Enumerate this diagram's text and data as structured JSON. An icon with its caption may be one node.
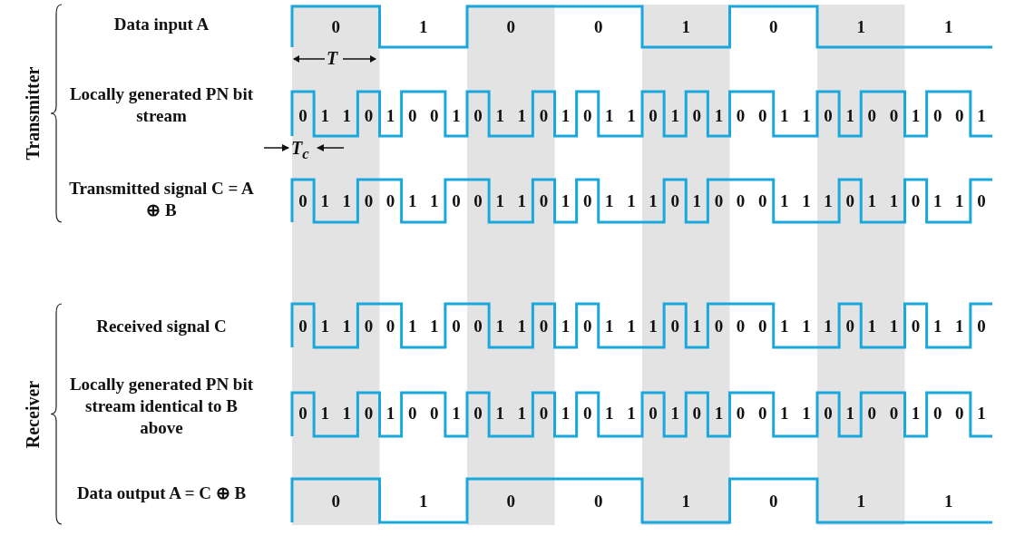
{
  "diagram": {
    "labels": [
      "Transmitter",
      "Data input A",
      "0",
      "1",
      "0",
      "0",
      "1",
      "0",
      "1",
      "1",
      "T",
      "Locally generated PN bit stream",
      "0",
      "1",
      "1",
      "0",
      "1",
      "0",
      "0",
      "1",
      "0",
      "1",
      "1",
      "0",
      "1",
      "0",
      "1",
      "1",
      "0",
      "1",
      "0",
      "1",
      "0",
      "0",
      "1",
      "1",
      "0",
      "1",
      "0",
      "0",
      "1",
      "0",
      "0",
      "1",
      "T$_{c}$",
      "Transmitted signal C = A ⊕ B",
      "0",
      "1",
      "1",
      "0",
      "0",
      "1",
      "1",
      "0",
      "0",
      "1",
      "1",
      "0",
      "1",
      "0",
      "1",
      "1",
      "1",
      "0",
      "1",
      "0",
      "0",
      "0",
      "1",
      "1",
      "1",
      "0",
      "1",
      "1",
      "0",
      "1",
      "1",
      "0",
      "Receiver",
      "Received signal C",
      "0",
      "1",
      "1",
      "0",
      "0",
      "1",
      "1",
      "0",
      "0",
      "1",
      "1",
      "0",
      "1",
      "0",
      "1",
      "1",
      "1",
      "0",
      "1",
      "0",
      "0",
      "0",
      "1",
      "1",
      "1",
      "0",
      "1",
      "1",
      "0",
      "1",
      "1",
      "0",
      "Locally generated PN bit stream identical to B above",
      "0",
      "1",
      "1",
      "0",
      "1",
      "0",
      "0",
      "1",
      "0",
      "1",
      "1",
      "0",
      "1",
      "0",
      "1",
      "1",
      "0",
      "1",
      "0",
      "1",
      "0",
      "0",
      "1",
      "1",
      "0",
      "1",
      "0",
      "0",
      "1",
      "0",
      "0",
      "1",
      "Data output A = C ⊕ B",
      "0",
      "1",
      "0",
      "0",
      "1",
      "0",
      "1",
      "1"
    ]
  }
}
